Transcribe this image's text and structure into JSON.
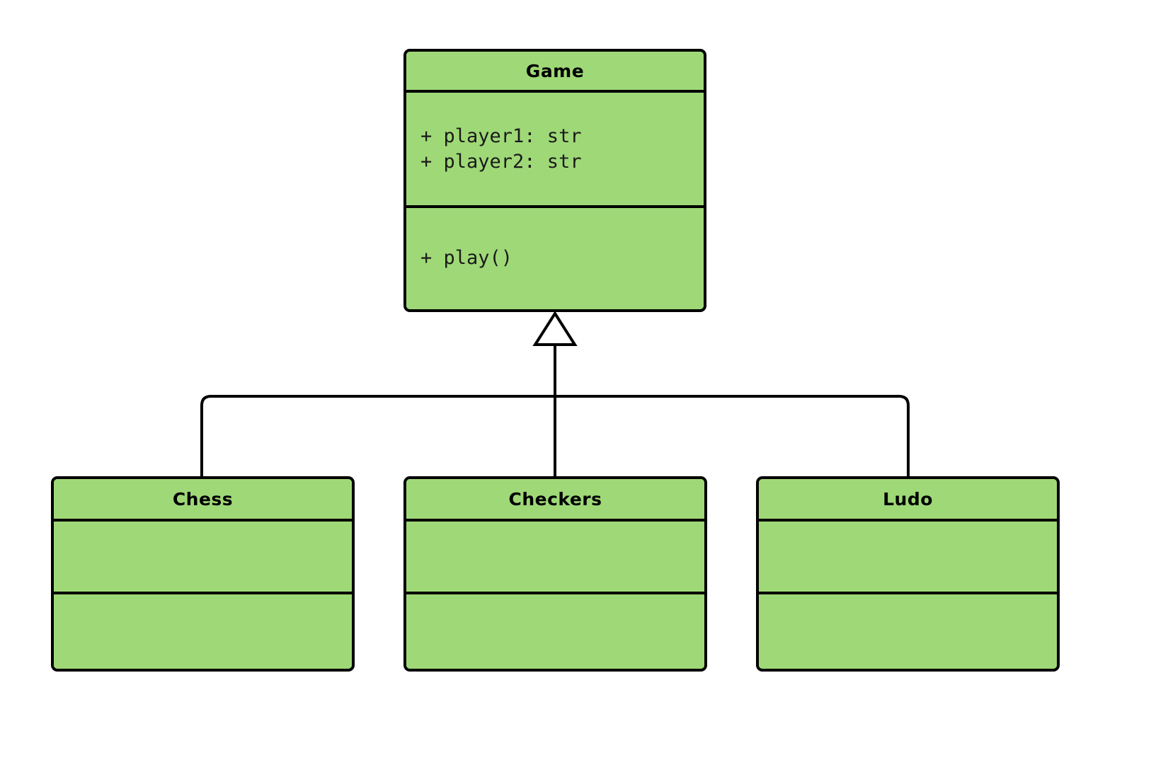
{
  "diagram": {
    "kind": "uml-class-diagram",
    "background_color": "#ffffff",
    "class_fill_color": "#9FD977",
    "stroke_color": "#000000",
    "relationship": "generalization",
    "relationship_arrow": "hollow-triangle"
  },
  "classes": {
    "parent": {
      "name": "Game",
      "attributes": [
        "+ player1: str",
        "+ player2: str"
      ],
      "methods": [
        "+ play()"
      ]
    },
    "children": [
      {
        "name": "Chess",
        "attributes": [],
        "methods": []
      },
      {
        "name": "Checkers",
        "attributes": [],
        "methods": []
      },
      {
        "name": "Ludo",
        "attributes": [],
        "methods": []
      }
    ]
  },
  "edges": [
    {
      "from": "Chess",
      "to": "Game",
      "type": "inheritance"
    },
    {
      "from": "Checkers",
      "to": "Game",
      "type": "inheritance"
    },
    {
      "from": "Ludo",
      "to": "Game",
      "type": "inheritance"
    }
  ]
}
